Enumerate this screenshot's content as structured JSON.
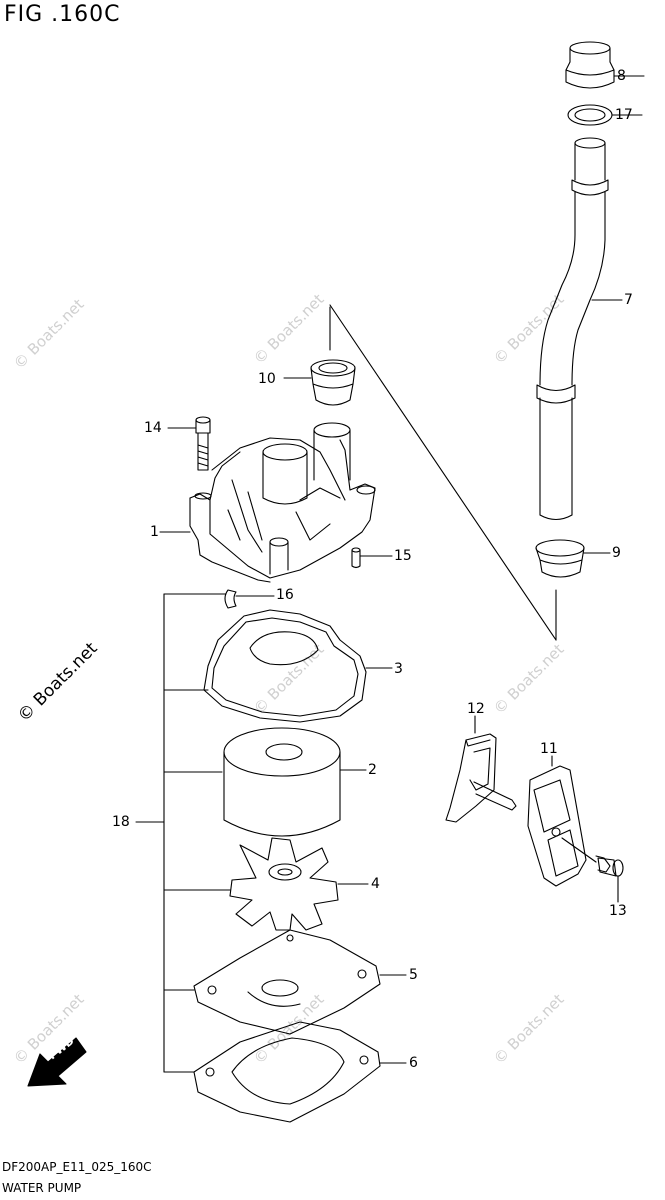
{
  "figure": {
    "title": "FIG .160C",
    "code": "DF200AP_E11_025_160C",
    "subtitle": "WATER PUMP"
  },
  "watermark": {
    "text": "© Boats.net",
    "color": "#d0d0d0"
  },
  "fwd_label": "FWD",
  "callouts": [
    "1",
    "2",
    "3",
    "4",
    "5",
    "6",
    "7",
    "8",
    "9",
    "10",
    "11",
    "12",
    "13",
    "14",
    "15",
    "16",
    "17",
    "18"
  ]
}
